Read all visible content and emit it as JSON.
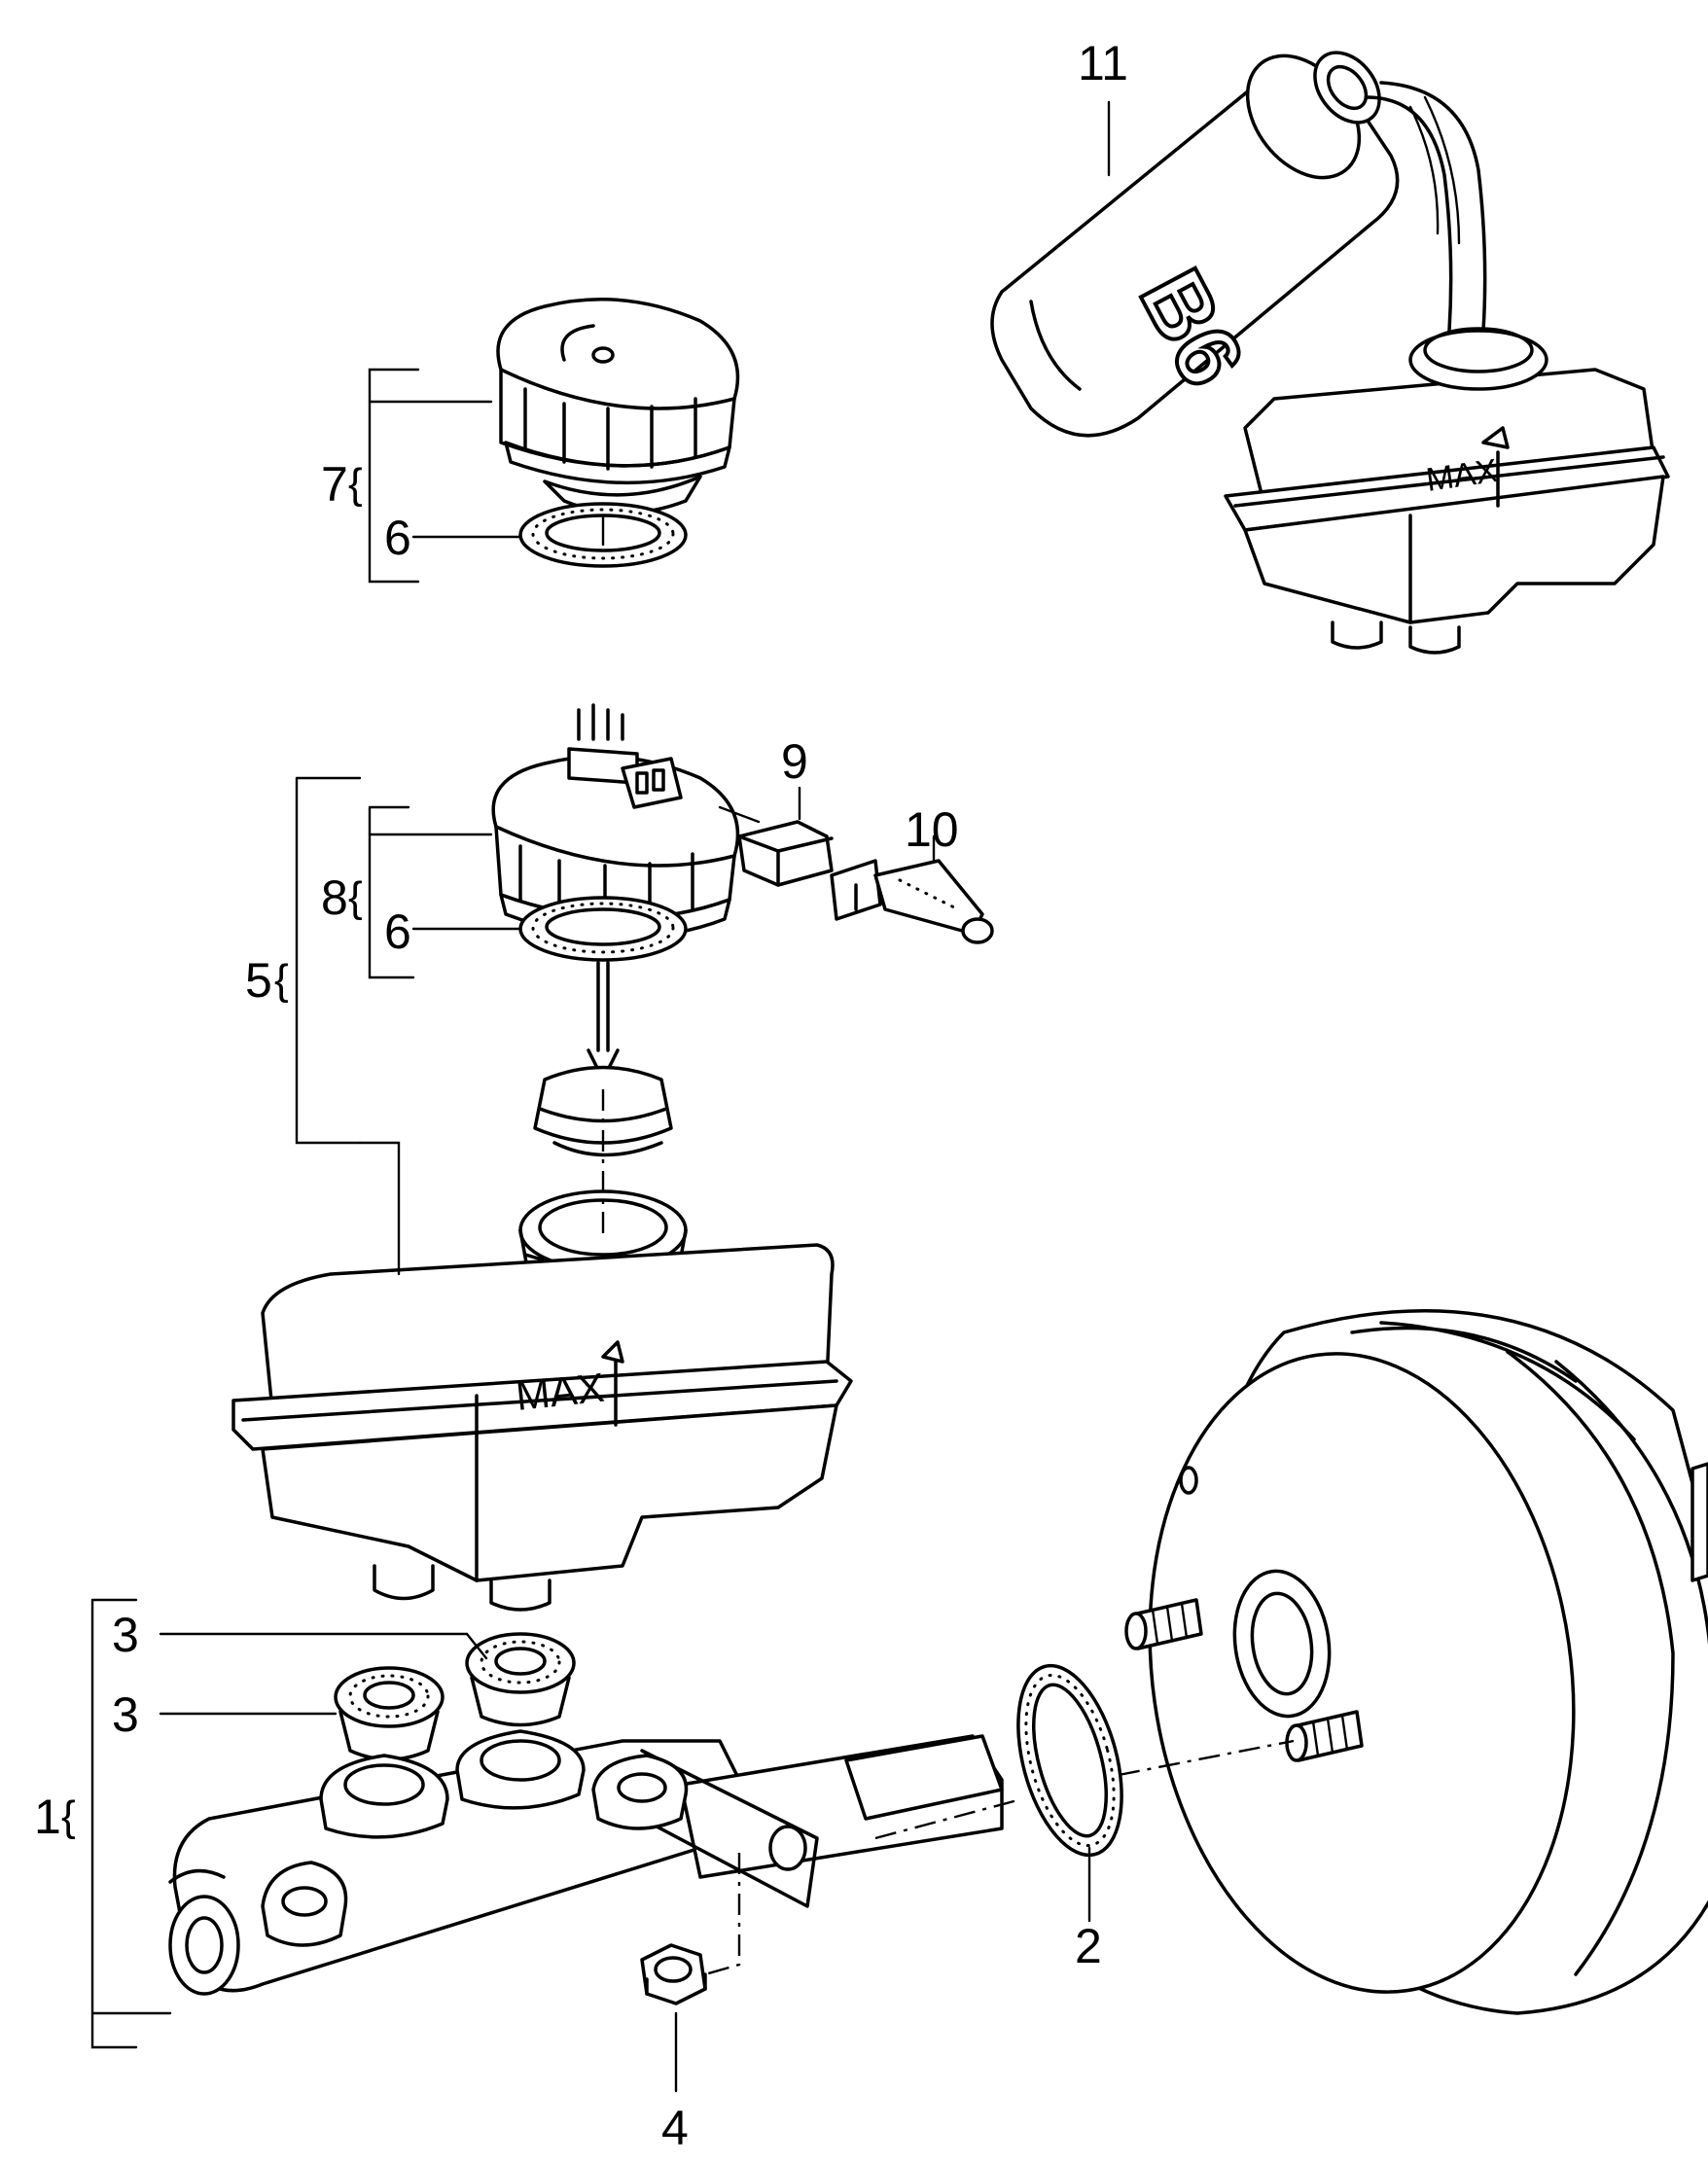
{
  "callouts": {
    "c1": "1",
    "c2": "2",
    "c3a": "3",
    "c3b": "3",
    "c4": "4",
    "c5": "5",
    "c6a": "6",
    "c6b": "6",
    "c7": "7",
    "c8": "8",
    "c9": "9",
    "c10": "10",
    "c11": "11"
  },
  "reservoir_small": {
    "max_label": "MAX"
  },
  "reservoir_large": {
    "max_label": "MAX"
  },
  "fluid_can": {
    "label": "B6"
  }
}
